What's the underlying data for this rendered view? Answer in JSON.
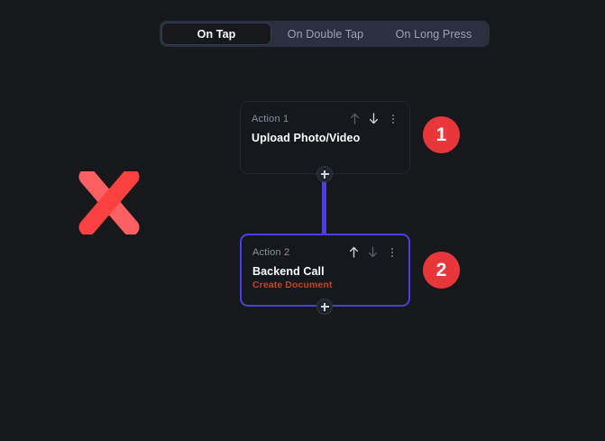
{
  "colors": {
    "background": "#16181c",
    "card_background": "#15181d",
    "selected_border": "#4b3fe4",
    "connector": "#4b3fe4",
    "badge_red": "#e8373b",
    "subtitle_orange": "#c4451f",
    "tabbar_background": "#2a3040",
    "active_tab_text": "#ffffff",
    "inactive_tab_text": "#9aa3b4",
    "xmark_red": "#fc4a4a"
  },
  "tabs": [
    {
      "label": "On Tap",
      "active": true
    },
    {
      "label": "On Double Tap",
      "active": false
    },
    {
      "label": "On Long Press",
      "active": false
    }
  ],
  "actions": [
    {
      "index_label": "Action 1",
      "title": "Upload Photo/Video",
      "subtitle": "",
      "badge": "1",
      "selected": false,
      "move_up_enabled": false,
      "move_down_enabled": true
    },
    {
      "index_label": "Action 2",
      "title": "Backend Call",
      "subtitle": "Create Document",
      "badge": "2",
      "selected": true,
      "move_up_enabled": true,
      "move_down_enabled": false
    }
  ],
  "icons": {
    "move_up": "arrow-up-icon",
    "move_down": "arrow-down-icon",
    "more": "more-vertical-icon",
    "add": "plus-icon",
    "marker": "red-x-icon"
  }
}
